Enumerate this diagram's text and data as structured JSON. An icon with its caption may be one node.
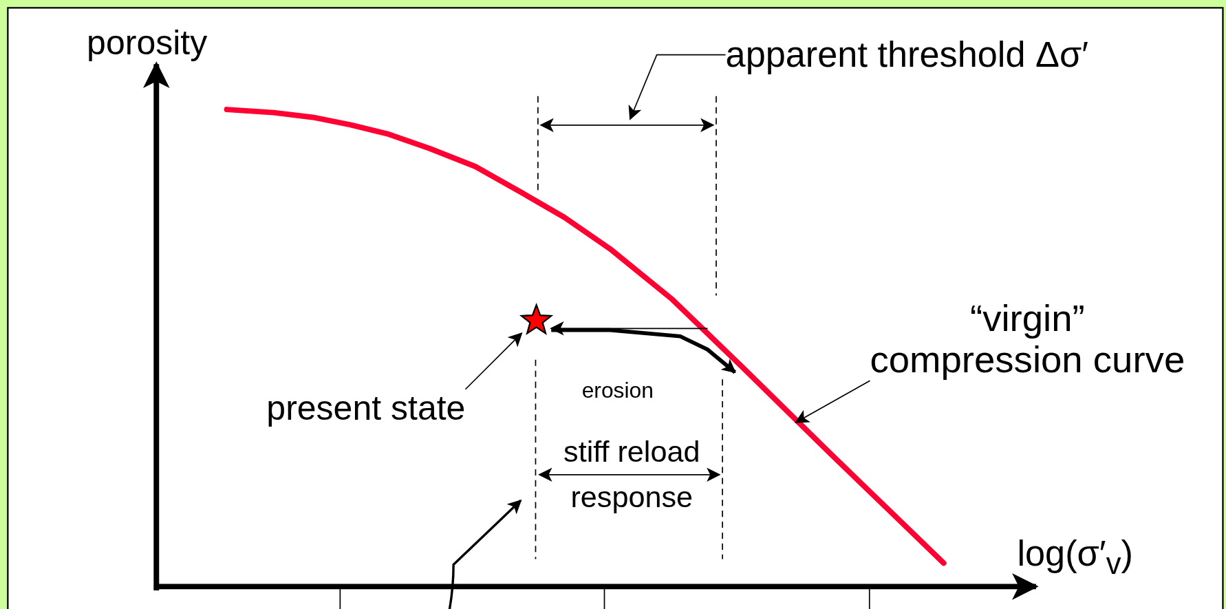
{
  "diagram": {
    "nodes": [
      {
        "text": [
          "apparent threshold Δσ′"
        ]
      },
      {
        "text": [
          "present state"
        ]
      },
      {
        "text": [],
        "shape": "star"
      },
      {
        "text": [
          "“virgin”",
          "compression curve"
        ]
      }
    ],
    "edges": [
      {
        "from": 0,
        "to": null,
        "arrow": "to"
      },
      {
        "from": 1,
        "to": 2,
        "arrow": "to"
      },
      {
        "from": 3,
        "to": null,
        "arrow": "to"
      },
      {
        "from": null,
        "to": 2,
        "arrow": "to"
      },
      {
        "from": 2,
        "to": null,
        "arrow": "to",
        "style": "thick"
      }
    ],
    "labels": [
      "porosity",
      "log(σ′$_{v}$)",
      "erosion",
      "stiff reload",
      "response"
    ]
  }
}
